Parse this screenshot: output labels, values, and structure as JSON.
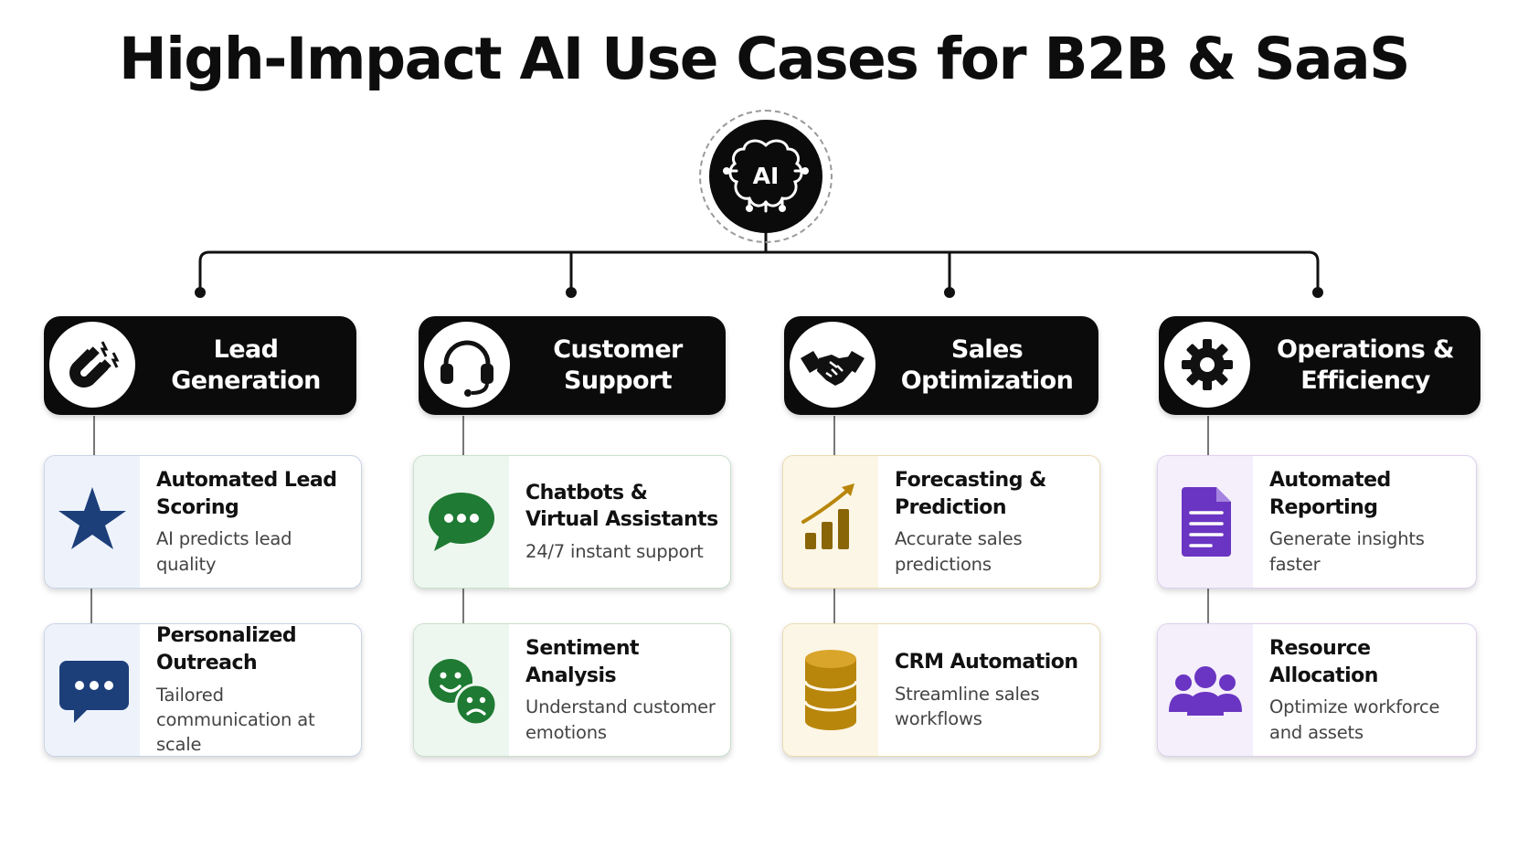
{
  "title": "High-Impact AI Use Cases for B2B & SaaS",
  "hub": {
    "label": "AI",
    "icon": "ai-brain-icon"
  },
  "colors": {
    "lead": "#1c3f7a",
    "support": "#1f7a33",
    "sales": "#b8860b",
    "ops": "#6a35c2",
    "header_bg": "#0b0b0b"
  },
  "categories": [
    {
      "id": "lead",
      "header": "Lead Generation",
      "icon": "magnet-icon",
      "cards": [
        {
          "title": "Automated Lead Scoring",
          "desc": "AI predicts lead quality",
          "icon": "star-icon"
        },
        {
          "title": "Personalized Outreach",
          "desc": "Tailored communication at scale",
          "icon": "chat-bubble-icon"
        }
      ]
    },
    {
      "id": "support",
      "header": "Customer Support",
      "icon": "headset-icon",
      "cards": [
        {
          "title": "Chatbots & Virtual Assistants",
          "desc": "24/7 instant support",
          "icon": "chat-bubble-icon"
        },
        {
          "title": "Sentiment Analysis",
          "desc": "Understand customer emotions",
          "icon": "emotion-faces-icon"
        }
      ]
    },
    {
      "id": "sales",
      "header": "Sales Optimization",
      "icon": "handshake-icon",
      "cards": [
        {
          "title": "Forecasting & Prediction",
          "desc": "Accurate sales predictions",
          "icon": "growth-chart-icon"
        },
        {
          "title": "CRM Automation",
          "desc": "Streamline sales workflows",
          "icon": "database-icon"
        }
      ]
    },
    {
      "id": "ops",
      "header": "Operations & Efficiency",
      "icon": "gear-icon",
      "cards": [
        {
          "title": "Automated Reporting",
          "desc": "Generate insights faster",
          "icon": "document-icon"
        },
        {
          "title": "Resource Allocation",
          "desc": "Optimize workforce and assets",
          "icon": "team-icon"
        }
      ]
    }
  ]
}
